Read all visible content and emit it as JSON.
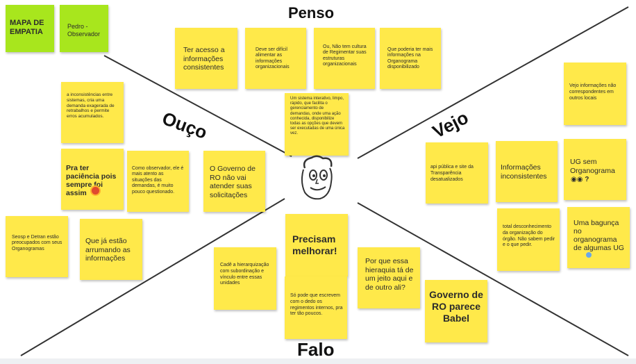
{
  "colors": {
    "sticky": "#ffe94a",
    "green": "#a8e61d",
    "line": "#333333",
    "background": "#ffffff"
  },
  "labels": {
    "think": "Penso",
    "hear": "Ouço",
    "see": "Vejo",
    "say": "Falo"
  },
  "header": {
    "map_title": "MAPA DE EMPATIA",
    "persona": "Pedro - Observador"
  },
  "think_notes": {
    "n1": "Ter acesso a informações consistentes",
    "n2": "Deve ser difícil alimentar as informações organizacionais",
    "n3": "Ou, Não tem cultura de Regimentar suas estruturas organizacionais",
    "n4": "Que poderia ter mais informações na Organograma disponibilizado",
    "n5": "Um sistema interativo, limpo, rápido, que facilita o gerenciamento de demandas, onde uma ação conhecida, disponibilize todas as opções que devem ser executadas de uma única vez."
  },
  "hear_notes": {
    "n1": "a inconsistências entre sistemas, cria uma demanda exagerada de retrabalhos e permite erros acumulados.",
    "n2": "Pra ter paciência pois sempre foi assim",
    "n3": "Como observador, ele é mais atento as situações das demandas, é muito pouco questionado.",
    "n4": "O Governo de RO não vai atender suas solicitações",
    "n5": "Seosp e Detran estão preocupados com seus Organogramas",
    "n6": "Que já estão arrumando as informações"
  },
  "see_notes": {
    "n1": "Vejo informações não correspondentes em outros locais",
    "n2": "api pública e site da Transparência desatualizados",
    "n3": "Informações inconsistentes",
    "n4": "UG sem Organograma",
    "n5": "total desconhecimento da organização do órgão. Não sabem pedir e o que pedir.",
    "n6": "Uma bagunça no organograma de algumas UG"
  },
  "say_notes": {
    "n1": "Precisam melhorar!",
    "n2": "Cadê a hierarquização com subordinação e vínculo entre essas unidades",
    "n3": "Só pode que escrevem com o dedo os regimentos internos, pra ter tão poucos.",
    "n4": "Por que essa hieraquia tá de um jeito aqui e de outro ali?",
    "n5": "Governo de RO parece Babel"
  }
}
